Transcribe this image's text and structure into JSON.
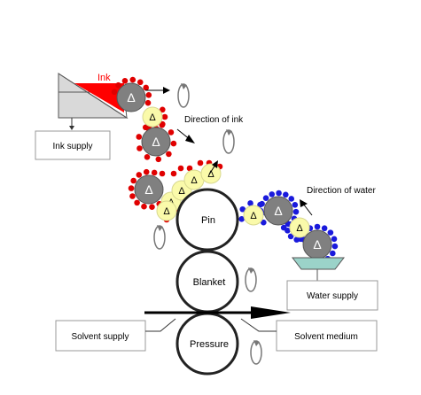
{
  "labels": {
    "ink": "Ink",
    "ink_supply": "Ink supply",
    "direction_of_ink": "Direction of ink",
    "direction_of_water": "Direction of water",
    "pin": "Pin",
    "blanket": "Blanket",
    "pressure": "Pressure",
    "water_supply": "Water supply",
    "solvent_supply": "Solvent supply",
    "solvent_medium": "Solvent medium"
  },
  "roller_glyph": "Δ",
  "colors": {
    "ink": "#ff0000",
    "ink_dots": "#e00000",
    "water_dots": "#1a1adc",
    "small_roller": "#808080",
    "yellow_roller": "#fafaaa",
    "fountain_gray": "#d9d9d9",
    "water_tray": "#9bd3c9",
    "line": "#000000"
  }
}
